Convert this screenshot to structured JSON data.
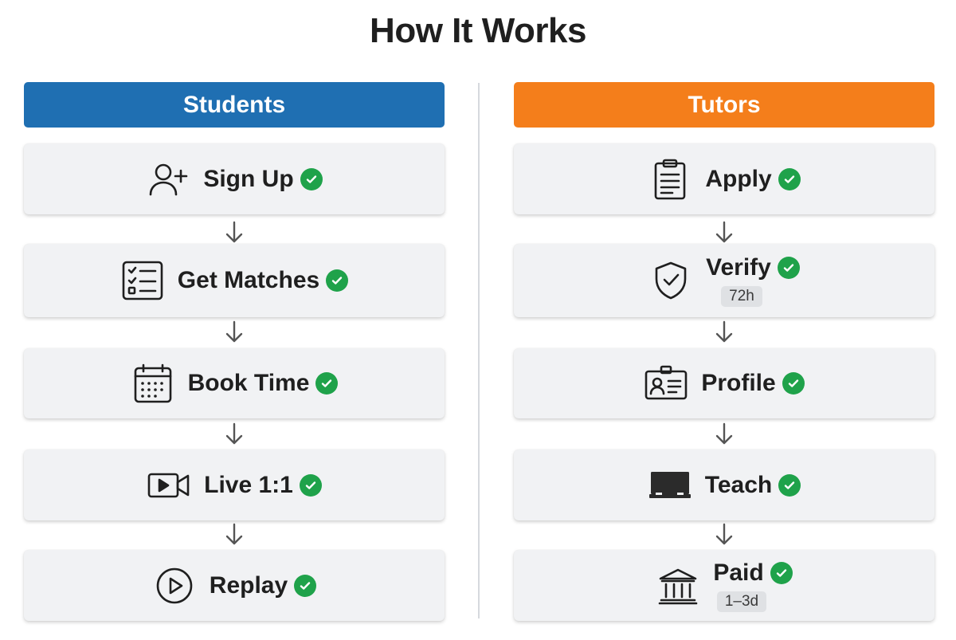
{
  "title": "How It Works",
  "colors": {
    "students_header": "#1f6fb2",
    "tutors_header": "#f47e1b",
    "check": "#1fa24a"
  },
  "students": {
    "header": "Students",
    "steps": [
      {
        "label": "Sign Up",
        "icon": "user-plus-icon",
        "badge": ""
      },
      {
        "label": "Get Matches",
        "icon": "checklist-icon",
        "badge": ""
      },
      {
        "label": "Book Time",
        "icon": "calendar-icon",
        "badge": ""
      },
      {
        "label": "Live 1:1",
        "icon": "video-camera-icon",
        "badge": ""
      },
      {
        "label": "Replay",
        "icon": "play-circle-icon",
        "badge": ""
      }
    ]
  },
  "tutors": {
    "header": "Tutors",
    "steps": [
      {
        "label": "Apply",
        "icon": "clipboard-icon",
        "badge": ""
      },
      {
        "label": "Verify",
        "icon": "shield-check-icon",
        "badge": "72h"
      },
      {
        "label": "Profile",
        "icon": "id-card-icon",
        "badge": ""
      },
      {
        "label": "Teach",
        "icon": "blackboard-icon",
        "badge": ""
      },
      {
        "label": "Paid",
        "icon": "bank-icon",
        "badge": "1–3d"
      }
    ]
  }
}
